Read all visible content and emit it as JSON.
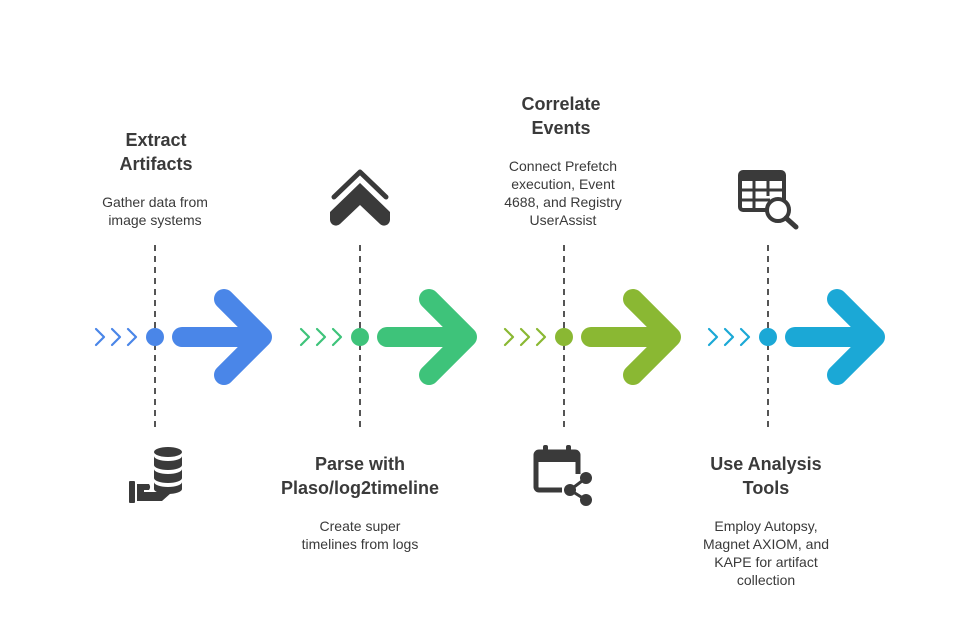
{
  "steps": [
    {
      "id": "extract",
      "title": "Extract\nArtifacts",
      "description": "Gather data from\nimage systems",
      "icon": "database-hand-icon",
      "color": "#4a86e8",
      "label_position": "top"
    },
    {
      "id": "parse",
      "title": "Parse with\nPlaso/log2timeline",
      "description": "Create super\ntimelines from logs",
      "icon": "chevron-up-double-icon",
      "color": "#3ec37a",
      "label_position": "bottom"
    },
    {
      "id": "correlate",
      "title": "Correlate\nEvents",
      "description": "Connect Prefetch\nexecution, Event\n4688, and Registry\nUserAssist",
      "icon": "calendar-share-icon",
      "color": "#8ab833",
      "label_position": "top"
    },
    {
      "id": "analyze",
      "title": "Use Analysis\nTools",
      "description": "Employ Autopsy,\nMagnet AXIOM, and\nKAPE for artifact\ncollection",
      "icon": "table-search-icon",
      "color": "#1ba8d6",
      "label_position": "bottom"
    }
  ],
  "theme": {
    "text_color": "#3a3a3a",
    "dashed_line_color": "#555555",
    "icon_color": "#3a3a3a"
  }
}
